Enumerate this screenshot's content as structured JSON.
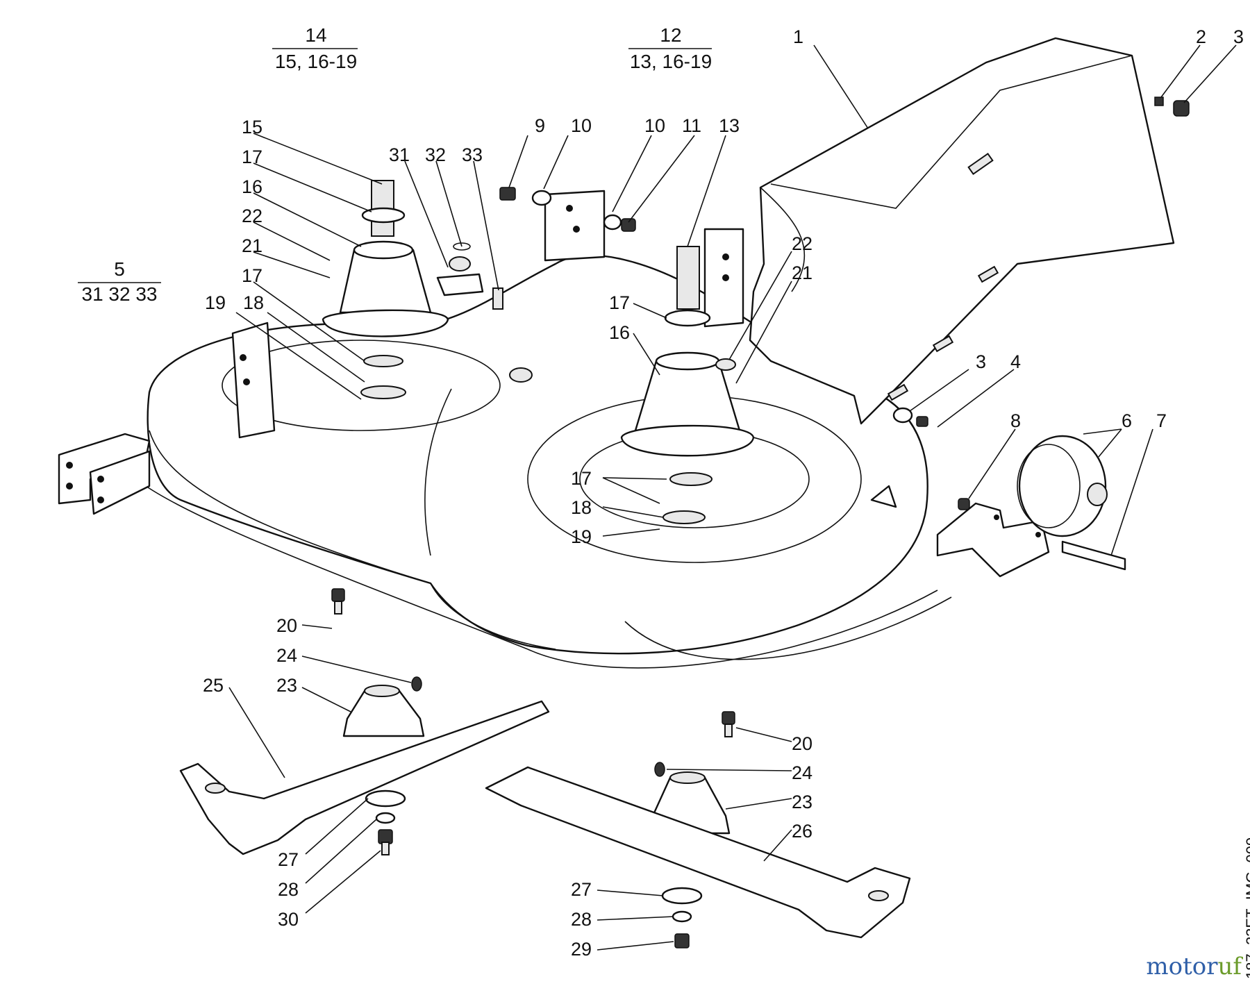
{
  "group_labels": [
    {
      "id": "g14",
      "top": "14",
      "bottom": "15, 16-19"
    },
    {
      "id": "g12",
      "top": "12",
      "bottom": "13, 16-19"
    },
    {
      "id": "g5",
      "top": "5",
      "bottom": "31 32 33"
    }
  ],
  "callouts": [
    "1",
    "2",
    "3",
    "15",
    "17",
    "16",
    "22",
    "21",
    "17",
    "19",
    "18",
    "31",
    "32",
    "33",
    "9",
    "10",
    "10",
    "11",
    "13",
    "22",
    "21",
    "17",
    "16",
    "3",
    "4",
    "8",
    "6",
    "7",
    "17",
    "18",
    "19",
    "20",
    "24",
    "23",
    "25",
    "20",
    "24",
    "23",
    "26",
    "27",
    "28",
    "30",
    "27",
    "28",
    "29"
  ],
  "image_code": "187_23ET_IMG_009",
  "watermark": {
    "part1": "motor",
    "part2": "uf"
  }
}
